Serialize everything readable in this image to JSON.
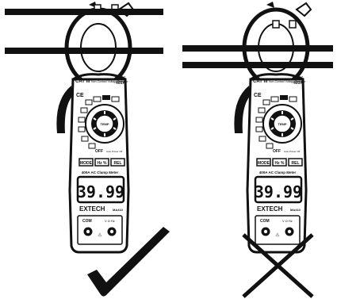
{
  "colors": {
    "ink": "#111111",
    "paper": "#ffffff",
    "lcd_bg": "#ffffff"
  },
  "meters": [
    {
      "id": "correct",
      "cat": "CAT III",
      "rating_voltage": "600V",
      "rating_current": "400A",
      "ncv_label": "Non-Contact Voltage Detector",
      "off_label": "OFF",
      "auto_power": "Auto Power Off",
      "buttons": [
        "MODE",
        "Hz %",
        "REL"
      ],
      "model_title": "400A AC Clamp Meter",
      "display_value": "39.99",
      "brand": "EXTECH",
      "model_no": "MA410",
      "jack_com": "COM",
      "jack_v": "V Ω Hz",
      "verdict_icon": "check-mark-icon"
    },
    {
      "id": "incorrect",
      "cat": "CAT III",
      "rating_voltage": "600V",
      "rating_current": "400A",
      "ncv_label": "Non-Contact Voltage Detector",
      "off_label": "OFF",
      "auto_power": "Auto Power Off",
      "buttons": [
        "MODE",
        "Hz %",
        "REL"
      ],
      "model_title": "400A AC Clamp Meter",
      "display_value": "39.99",
      "brand": "EXTECH",
      "model_no": "MA410",
      "jack_com": "COM",
      "jack_v": "V Ω Hz",
      "verdict_icon": "cross-mark-icon"
    }
  ]
}
